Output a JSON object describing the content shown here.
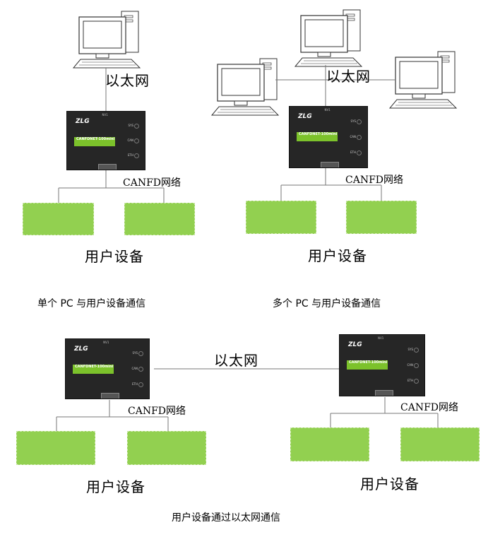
{
  "labels": {
    "ethernet": "以太网",
    "canfd_network": "CANFD网络",
    "user_device": "用户设备"
  },
  "device": {
    "brand": "ZLG",
    "model": "CANFDNET-100mini",
    "leds": [
      "SYS",
      "CAN",
      "ETH"
    ],
    "top_label": "NV1"
  },
  "captions": {
    "single_pc": "单个 PC 与用户设备通信",
    "multi_pc": "多个 PC 与用户设备通信",
    "via_ethernet": "用户设备通过以太网通信"
  },
  "colors": {
    "user_device_fill": "#92d050",
    "device_body": "#262626",
    "model_strip": "#7cc22b"
  }
}
